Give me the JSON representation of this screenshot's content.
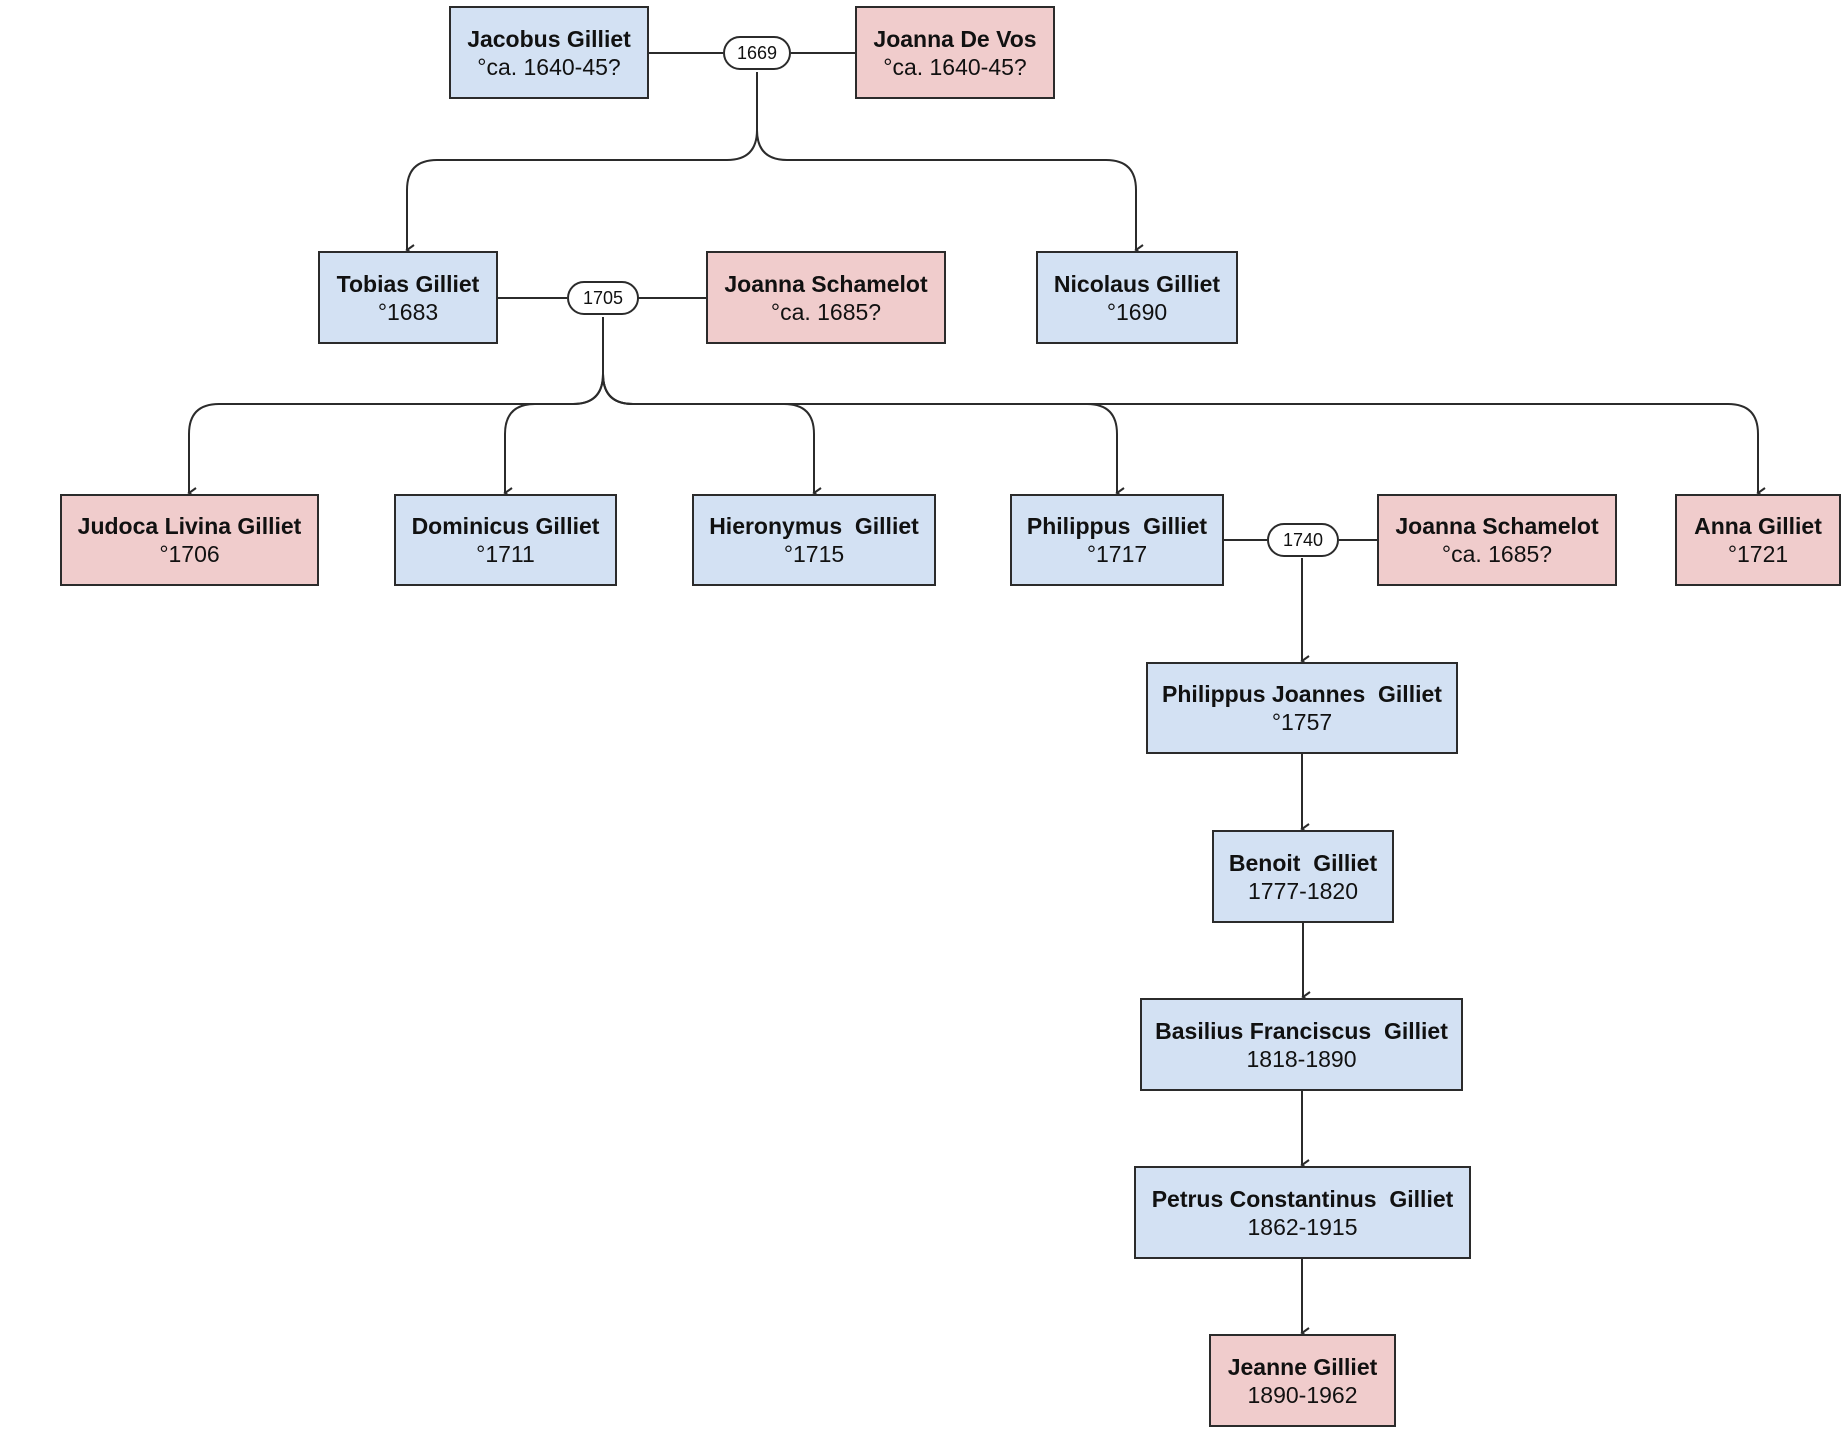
{
  "colors": {
    "male": "#d3e1f3",
    "female": "#f0cccc",
    "line": "#2b2b2b"
  },
  "people": {
    "jacobus": {
      "name": "Jacobus Gilliet",
      "dates": "°ca. 1640-45?"
    },
    "joanna_devos": {
      "name": "Joanna De Vos",
      "dates": "°ca. 1640-45?"
    },
    "tobias": {
      "name": "Tobias Gilliet",
      "dates": "°1683"
    },
    "joanna_schamelot_1": {
      "name": "Joanna Schamelot",
      "dates": "°ca. 1685?"
    },
    "nicolaus": {
      "name": "Nicolaus Gilliet",
      "dates": "°1690"
    },
    "judoca": {
      "name": "Judoca Livina Gilliet",
      "dates": "°1706"
    },
    "dominicus": {
      "name": "Dominicus Gilliet",
      "dates": "°1711"
    },
    "hieronymus": {
      "name": "Hieronymus  Gilliet",
      "dates": "°1715"
    },
    "philippus": {
      "name": "Philippus  Gilliet",
      "dates": "°1717"
    },
    "joanna_schamelot_2": {
      "name": "Joanna Schamelot",
      "dates": "°ca. 1685?"
    },
    "anna": {
      "name": "Anna Gilliet",
      "dates": "°1721"
    },
    "philippus_joannes": {
      "name": "Philippus Joannes  Gilliet",
      "dates": "°1757"
    },
    "benoit": {
      "name": "Benoit  Gilliet",
      "dates": "1777-1820"
    },
    "basilius": {
      "name": "Basilius Franciscus  Gilliet",
      "dates": "1818-1890"
    },
    "petrus": {
      "name": "Petrus Constantinus  Gilliet",
      "dates": "1862-1915"
    },
    "jeanne": {
      "name": "Jeanne Gilliet",
      "dates": "1890-1962"
    }
  },
  "marriages": {
    "m1669": "1669",
    "m1705": "1705",
    "m1740": "1740"
  }
}
